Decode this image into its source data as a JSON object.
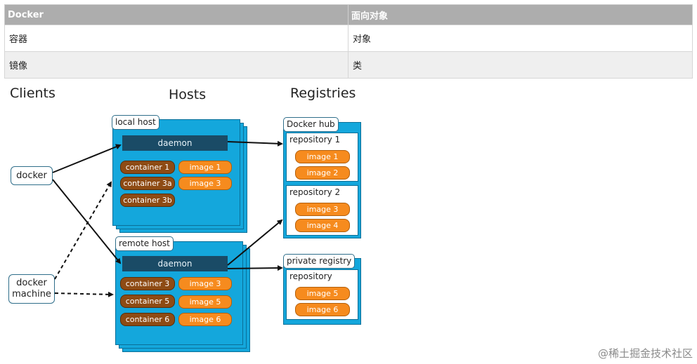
{
  "table": {
    "headers": [
      "Docker",
      "面向对象"
    ],
    "rows": [
      [
        "容器",
        "对象"
      ],
      [
        "镜像",
        "类"
      ]
    ]
  },
  "diagram": {
    "titles": {
      "clients": "Clients",
      "hosts": "Hosts",
      "registries": "Registries"
    },
    "clients": {
      "docker": "docker",
      "docker_machine_line1": "docker",
      "docker_machine_line2": "machine"
    },
    "local_host": {
      "label": "local host",
      "daemon": "daemon",
      "containers": [
        "container 1",
        "container 3a",
        "container 3b"
      ],
      "images": [
        "image 1",
        "image 3"
      ]
    },
    "remote_host": {
      "label": "remote host",
      "daemon": "daemon",
      "containers": [
        "container 3",
        "container 5",
        "container 6"
      ],
      "images": [
        "image 3",
        "image 5",
        "image 6"
      ]
    },
    "docker_hub": {
      "label": "Docker hub",
      "repositories": [
        {
          "name": "repository 1",
          "images": [
            "image 1",
            "image 2"
          ]
        },
        {
          "name": "repository 2",
          "images": [
            "image 3",
            "image 4"
          ]
        }
      ]
    },
    "private_registry": {
      "label": "private registry",
      "repository": {
        "name": "repository",
        "images": [
          "image 5",
          "image 6"
        ]
      }
    },
    "colors": {
      "host_blue": "#14a7dc",
      "daemon_navy": "#1a4b66",
      "container_brown": "#8e4b14",
      "image_orange": "#f68b1e"
    }
  },
  "watermark": "@稀土掘金技术社区"
}
